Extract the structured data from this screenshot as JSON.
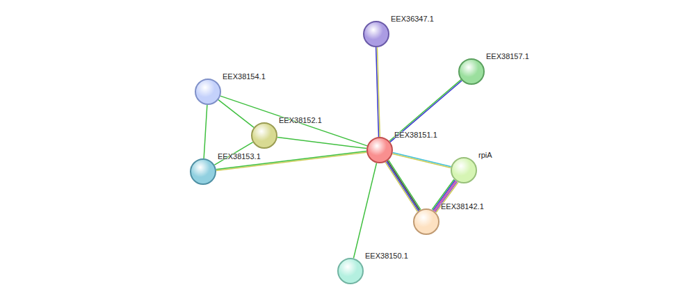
{
  "diagram": {
    "nodes": [
      {
        "text": [
          "EEX36347.1"
        ]
      },
      {
        "text": [
          "EEX38157.1"
        ]
      },
      {
        "text": [
          "EEX38154.1"
        ]
      },
      {
        "text": [
          "EEX38152.1"
        ]
      },
      {
        "text": [
          "EEX38151.1"
        ]
      },
      {
        "text": [
          "rpiA"
        ]
      },
      {
        "text": [
          "EEX38153.1"
        ]
      },
      {
        "text": [
          "EEX38142.1"
        ]
      },
      {
        "text": [
          "EEX38150.1"
        ]
      }
    ],
    "edges": [
      {
        "from": 4,
        "to": 0,
        "arrow": "none"
      },
      {
        "from": 4,
        "to": 1,
        "arrow": "none"
      },
      {
        "from": 2,
        "to": 3,
        "arrow": "none"
      },
      {
        "from": 2,
        "to": 6,
        "arrow": "none"
      },
      {
        "from": 2,
        "to": 4,
        "arrow": "none"
      },
      {
        "from": 3,
        "to": 6,
        "arrow": "none"
      },
      {
        "from": 3,
        "to": 4,
        "arrow": "none"
      },
      {
        "from": 4,
        "to": 6,
        "arrow": "none"
      },
      {
        "from": 4,
        "to": 5,
        "arrow": "none"
      },
      {
        "from": 4,
        "to": 7,
        "arrow": "none"
      },
      {
        "from": 5,
        "to": 7,
        "arrow": "none"
      },
      {
        "from": 4,
        "to": 8,
        "arrow": "none"
      }
    ]
  }
}
